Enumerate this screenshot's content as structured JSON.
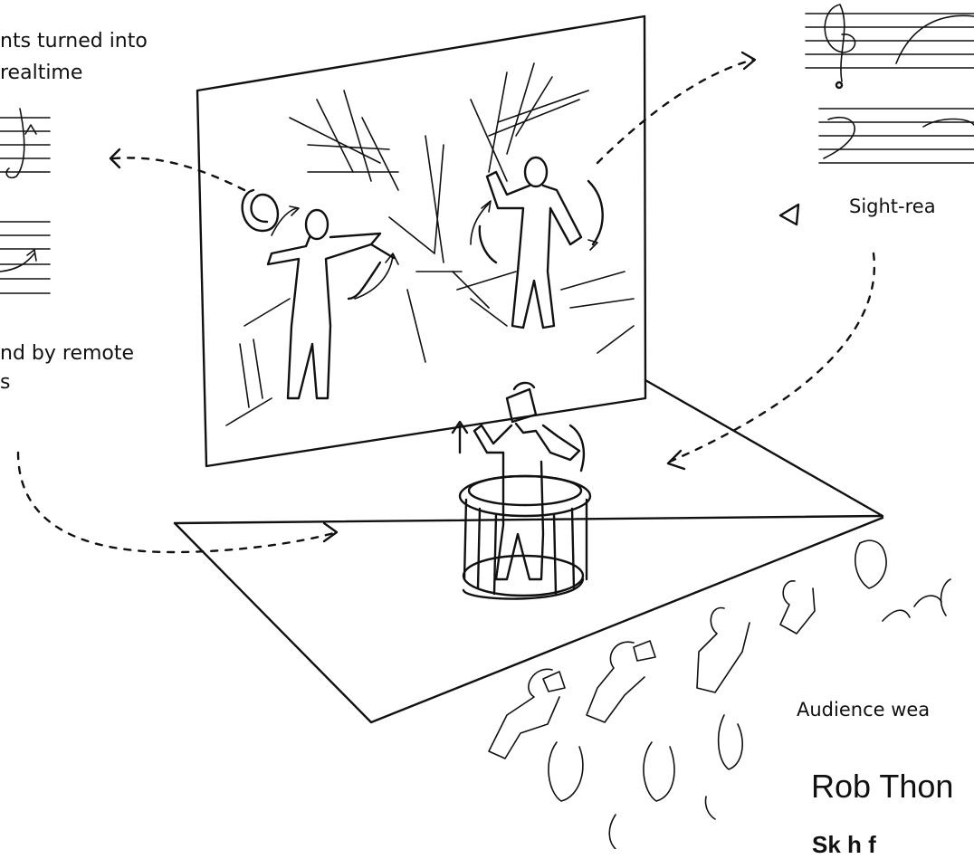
{
  "captions": {
    "movements_line1": "nts turned into",
    "movements_line2": "realtime",
    "remote_line1": "nd by remote",
    "remote_line2": "s",
    "sight_reading": "Sight-rea",
    "audience": "Audience wea",
    "author": "Rob Thon",
    "subtitle": "Sk   h f"
  }
}
